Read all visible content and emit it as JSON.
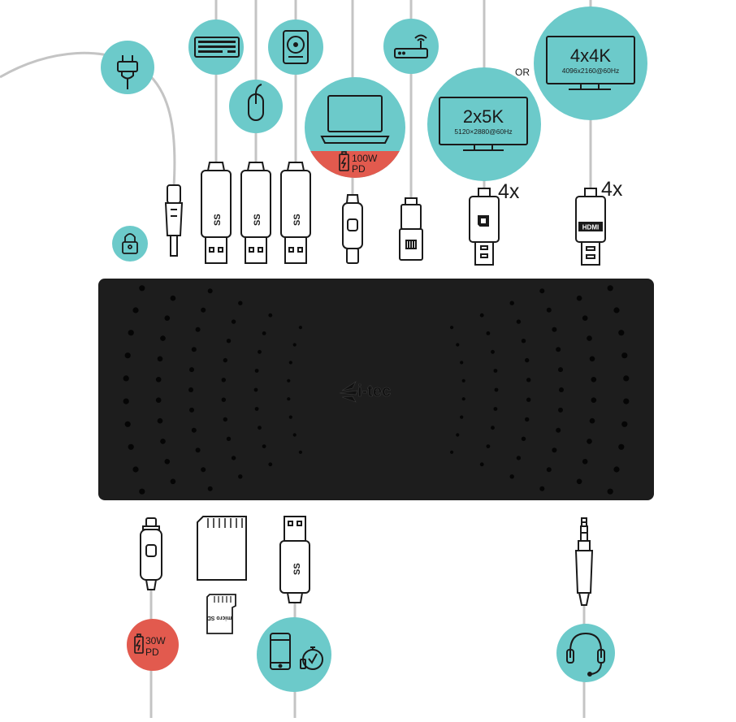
{
  "colors": {
    "teal": "#6ccaca",
    "red": "#e25a4e",
    "dock": "#1d1d1d",
    "line": "#1a1a1a",
    "cable": "#bdbdbd"
  },
  "brand": {
    "logo_text": "i-tec"
  },
  "top_ports": {
    "laptop_power": {
      "watt": "100W",
      "pd": "PD"
    },
    "display_2x5k": {
      "title": "2x5K",
      "spec": "5120×2880@60Hz",
      "count": "4x"
    },
    "or_label": "OR",
    "display_4x4k": {
      "title": "4x4K",
      "spec": "4096x2160@60Hz",
      "count": "4x"
    },
    "usb_label": "SS",
    "hdmi_label": "HDMI"
  },
  "bottom_ports": {
    "phone_power": {
      "watt": "30W",
      "pd": "PD"
    },
    "microsd_label": "micro SD",
    "usb_label": "SS"
  },
  "icons": [
    "power-plug-icon",
    "keyboard-icon",
    "mouse-icon",
    "hard-drive-icon",
    "laptop-icon",
    "router-icon",
    "monitor-icon",
    "lock-icon",
    "usb-c-icon",
    "ethernet-icon",
    "displayport-icon",
    "hdmi-icon",
    "sd-card-icon",
    "microsd-icon",
    "smartphone-icon",
    "charge-clock-icon",
    "headset-icon",
    "audio-jack-icon",
    "battery-icon"
  ]
}
